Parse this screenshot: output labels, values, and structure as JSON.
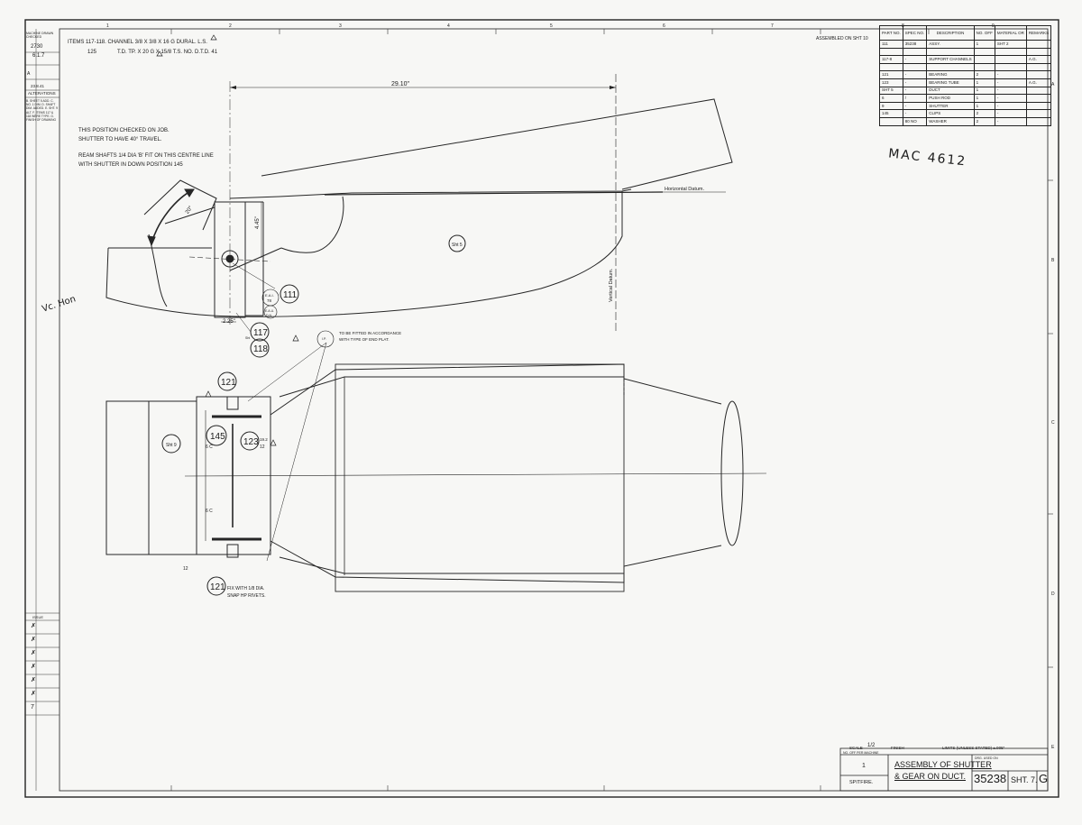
{
  "header_notes": {
    "items_note": "Items 117-118. Channel 3/8 x 3/8 x 16 G Dural. L.S.",
    "item_125_number": "125",
    "item_125_spec": "T.D. Tp. x 20 G x 15/8 T.S. No. D.T.D. 41",
    "assembled_on": "Assembled on Sht 10"
  },
  "notes": {
    "position_checked": "This position checked on job.",
    "shutter_travel": "Shutter to have 40° travel.",
    "ream_shafts": "Ream shafts 1/4 dia 'B' fit on this centre line",
    "shutter_down": "with shutter in down position 145",
    "to_be_fitted": "To be fitted in accordance",
    "with_type": "with type of end plat.",
    "rivets_line1": "Fix with 1/8 dia.",
    "rivets_line2": "Snap HP rivets."
  },
  "dimensions": {
    "overall_length": "29.10\"",
    "vertical": "4.45\"",
    "bottom": "2.25\"",
    "angle": "20°",
    "small_a": "6 C",
    "small_b": "6 C",
    "dim_12": "12"
  },
  "datums": {
    "horizontal": "Horizontal Datum.",
    "vertical": "Vertical Datum."
  },
  "balloons": {
    "b111": "111",
    "b117": "117",
    "b118": "118",
    "b121_top": "121",
    "b121_bot": "121",
    "b123": "123",
    "b145": "145",
    "sht5": "Sht 5",
    "sht9": "Sht 9"
  },
  "small_labels": {
    "ea78_line1": "E.A.I.",
    "ea78_line2": "78",
    "eau": "E.A.U.",
    "dn": "D.N.",
    "ip": "I.P.",
    "sht_small": "Sht",
    "dim_19": "19.2",
    "dim_12": "12"
  },
  "handwritten": {
    "mac": "MAC 4612"
  },
  "parts_table": {
    "headers": [
      "Part No.",
      "Spec No.",
      "Description",
      "No. Off",
      "Material Or",
      "Remarks"
    ],
    "rows": [
      [
        "111",
        "35238",
        "Assy.",
        "1",
        "Sht 2",
        "",
        ""
      ],
      [
        "",
        "",
        "",
        "",
        "",
        "",
        ""
      ],
      [
        "117-8",
        "-",
        "Support Channels",
        "",
        "",
        "A.G.",
        ""
      ],
      [
        "",
        "",
        "",
        "",
        "",
        "",
        ""
      ],
      [
        "121",
        "-",
        "Bearing",
        "2",
        "-",
        "",
        ""
      ],
      [
        "123",
        "-",
        "Bearing Tube",
        "1",
        "-",
        "A.G.",
        ""
      ],
      [
        "Sht 5",
        "-",
        "Duct",
        "1",
        "-",
        "",
        ""
      ],
      [
        "6",
        "/",
        "Push Rod",
        "1",
        "-",
        "",
        ""
      ],
      [
        "9",
        "-",
        "Shutter",
        "1",
        "-",
        "",
        ""
      ],
      [
        "145",
        "-",
        "Clips",
        "2",
        "-",
        "",
        ""
      ],
      [
        "",
        "80 NO",
        "Washer",
        "2",
        "-",
        "",
        ""
      ]
    ]
  },
  "title_block": {
    "scale": "Scale",
    "scale_val": "1/2",
    "finish": "Finish",
    "limits": "Limits (Unless Stated) ±.005\"",
    "no_off": "No. Off Per Machine",
    "no_off_val": "1",
    "title_line1": "Assembly of Shutter",
    "title_line2": "& Gear on Duct.",
    "drg_label": "Drg. Used On",
    "drawing_no": "35238",
    "sheet": "Sht. 7.",
    "issue": "G",
    "machine": "Spitfire."
  },
  "margin_notes": {
    "top_small": "Machine Drawn Checked",
    "val_1": "2730",
    "val_2": "6.1.7",
    "issue_a": "A",
    "date": "23.8.41",
    "alterations": "Alterations",
    "alt_text": "B. Sheet 5 add. C. No. 1 dim. D. Shaft dim. added. E. Sht. 9 alt. F. Items 117 & 118 were type. G. Finish of Drawing",
    "issue_list": [
      "✗",
      "✗",
      "✗",
      "✗",
      "✗",
      "✗",
      "7"
    ],
    "issue_header": "Issue",
    "initials": "Vc. Hon"
  },
  "frame": {
    "top_numbers": [
      "1",
      "2",
      "3",
      "4",
      "5",
      "6",
      "7",
      "8",
      "9"
    ],
    "side_letters": [
      "A",
      "B",
      "C",
      "D",
      "E"
    ]
  }
}
